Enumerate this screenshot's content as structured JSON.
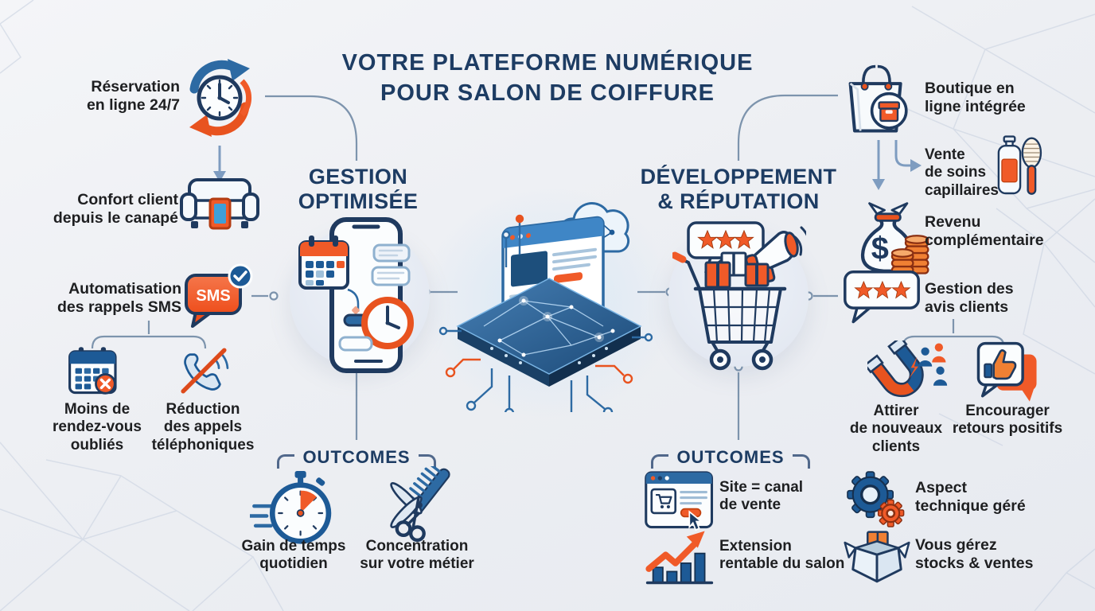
{
  "title": {
    "line1": "VOTRE PLATEFORME NUMÉRIQUE",
    "line2": "POUR SALON DE COIFFURE",
    "full": "VOTRE PLATEFORME NUMÉRIQUE\nPOUR SALON DE COIFFURE"
  },
  "sections": {
    "gestion": {
      "heading": "GESTION\nOPTIMISÉE",
      "outcomes_label": "OUTCOMES",
      "outcome1": {
        "label": "Gain de temps\nquotidien",
        "icon": "stopwatch-icon"
      },
      "outcome2": {
        "label": "Concentration\nsur votre métier",
        "icon": "scissors-comb-icon"
      }
    },
    "developpement": {
      "heading": "DÉVELOPPEMENT\n& RÉPUTATION",
      "outcomes_label": "OUTCOMES",
      "outcome1": {
        "label": "Site = canal\nde vente",
        "icon": "browser-cart-icon"
      },
      "outcome2": {
        "label": "Extension\nrentable du salon",
        "icon": "growth-chart-icon"
      }
    }
  },
  "left_column": {
    "reservation": {
      "label": "Réservation\nen ligne 24/7",
      "icon": "booking-cycle-clock-icon"
    },
    "confort": {
      "label": "Confort client\ndepuis le canapé",
      "icon": "sofa-tablet-icon"
    },
    "automatisation": {
      "label": "Automatisation\ndes rappels SMS",
      "icon": "sms-bubble-icon",
      "sms_text": "SMS"
    },
    "moins": {
      "label": "Moins de\nrendez-vous\noubliés",
      "icon": "calendar-cancel-icon"
    },
    "reduction": {
      "label": "Réduction\ndes appels\ntéléphoniques",
      "icon": "phone-slash-icon"
    }
  },
  "right_column": {
    "boutique": {
      "label": "Boutique en\nligne intégrée",
      "icon": "shopping-bag-icon"
    },
    "vente": {
      "label": "Vente\nde soins\ncapillaires",
      "icon": "shampoo-brush-icon"
    },
    "revenu": {
      "label": "Revenu\ncomplémentaire",
      "icon": "money-bag-coins-icon",
      "currency": "$"
    },
    "avis": {
      "label": "Gestion des\navis clients",
      "icon": "review-stars-bubble-icon"
    },
    "attirer": {
      "label": "Attirer\nde nouveaux\nclients",
      "icon": "magnet-clients-icon"
    },
    "encourager": {
      "label": "Encourager\nretours positifs",
      "icon": "thumbs-up-bubble-icon"
    },
    "aspect": {
      "label": "Aspect\ntechnique géré",
      "icon": "gears-icon"
    },
    "stocks": {
      "label": "Vous gérez\nstocks & ventes",
      "icon": "open-box-icon"
    }
  },
  "center": {
    "icon": "laptop-cloud-platform-illustration"
  },
  "colors": {
    "navy_heading": "#1d3c63",
    "body_text": "#1e1f21",
    "orange": "#f05a28",
    "blue": "#2d6aa3",
    "dark_navy_outline": "#1f3a5f",
    "connector": "#7d94ad",
    "circle_background": "#e4e9f2",
    "page_background": "#eef0f4"
  }
}
